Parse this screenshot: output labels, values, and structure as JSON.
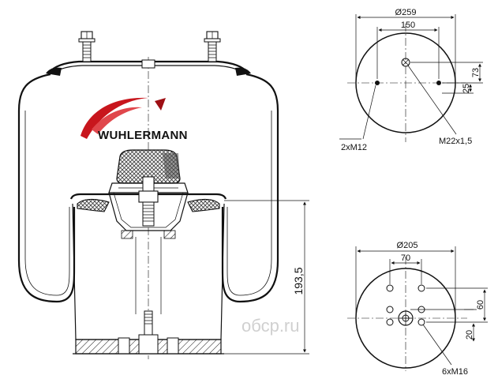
{
  "brand": {
    "name": "WUHLERMANN",
    "swoosh_colors": [
      "#c8161d",
      "#e0474c",
      "#9e0f14"
    ]
  },
  "watermark": {
    "text": "oбсp.ru"
  },
  "side_view": {
    "height_label": "193,5"
  },
  "top_plate": {
    "diameter_label": "Ø259",
    "bolt_spacing_label": "150",
    "offset_label_73": "73",
    "offset_label_25": "25",
    "bolt_thread_label": "2xM12",
    "air_fitting_label": "M22x1,5"
  },
  "bottom_plate": {
    "diameter_label": "Ø205",
    "spacing_label_70": "70",
    "offset_label_60": "60",
    "offset_label_20": "20",
    "bolt_thread_label": "6xM16"
  }
}
